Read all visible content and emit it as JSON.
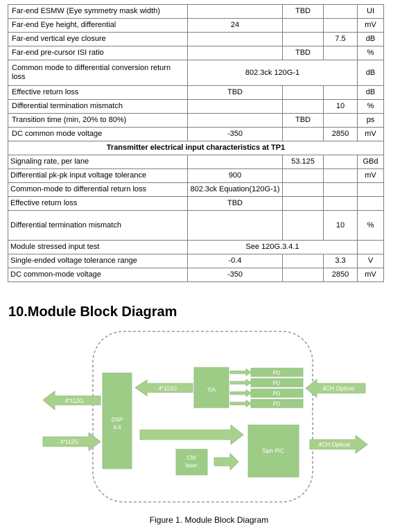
{
  "table": {
    "rows": [
      {
        "param": "Far-end ESMW (Eye symmetry mask width)",
        "min": "",
        "typ": "TBD",
        "max": "",
        "unit": "UI"
      },
      {
        "param": "Far-end Eye height, differential",
        "min": "24",
        "typ": "",
        "max": "",
        "unit": "mV"
      },
      {
        "param": "Far-end vertical eye closure",
        "min": "",
        "typ": "",
        "max": "7.5",
        "unit": "dB"
      },
      {
        "param": "Far-end pre-cursor ISI ratio",
        "min": "",
        "typ": "TBD",
        "max": "",
        "unit": "%"
      },
      {
        "param": "Common mode to differential conversion return loss",
        "span": "802.3ck 120G-1",
        "unit": "dB"
      },
      {
        "param": "Effective return loss",
        "min": "TBD",
        "typ": "",
        "max": "",
        "unit": "dB"
      },
      {
        "param": "Differential termination mismatch",
        "min": "",
        "typ": "",
        "max": "10",
        "unit": "%"
      },
      {
        "param": "Transition time (min, 20% to 80%)",
        "min": "",
        "typ": "TBD",
        "max": "",
        "unit": "ps"
      },
      {
        "param": "DC common mode voltage",
        "min": "-350",
        "typ": "",
        "max": "2850",
        "unit": "mV"
      }
    ],
    "section_title": "Transmitter electrical input characteristics at TP1",
    "rows2": [
      {
        "param": "Signaling rate, per lane",
        "min": "",
        "typ": "53.125",
        "max": "",
        "unit": "GBd"
      },
      {
        "param": "Differential pk-pk input voltage tolerance",
        "min": "900",
        "typ": "",
        "max": "",
        "unit": "mV"
      },
      {
        "param": "Common-mode to differential return loss",
        "min": "802.3ck Equation(120G-1)",
        "typ": "",
        "max": "",
        "unit": ""
      },
      {
        "param": "Effective return loss",
        "min": "TBD",
        "typ": "",
        "max": "",
        "unit": ""
      },
      {
        "param": "Differential termination mismatch",
        "min": "",
        "typ": "",
        "max": "10",
        "unit": "%"
      },
      {
        "param": "Module stressed input test",
        "span": "See 120G.3.4.1",
        "unit": ""
      },
      {
        "param": "Single-ended voltage tolerance range",
        "min": "-0.4",
        "typ": "",
        "max": "3.3",
        "unit": "V"
      },
      {
        "param": "DC common-mode voltage",
        "min": "-350",
        "typ": "",
        "max": "2850",
        "unit": "mV"
      }
    ]
  },
  "heading": "10.Module Block Diagram",
  "diagram": {
    "fill": "#9dcc87",
    "arrow_fill": "#a9d18e",
    "edge": "#8fb97a",
    "label_color": "#ffffff",
    "dsp_label": [
      "DSP",
      "4:4"
    ],
    "tia_label": "TIA",
    "pd_labels": [
      "PD",
      "PD",
      "PD",
      "PD"
    ],
    "siph_label": "Siph PIC",
    "cw_label": [
      "CW",
      "laser"
    ],
    "arrow_rx_out": "4*112G",
    "arrow_tx_in": "4*112G",
    "arrow_tia_dsp": "4*112G",
    "arrow_optical_in": "4CH Optical",
    "arrow_optical_out": "4CH Optical"
  },
  "caption": "Figure 1. Module Block Diagram"
}
